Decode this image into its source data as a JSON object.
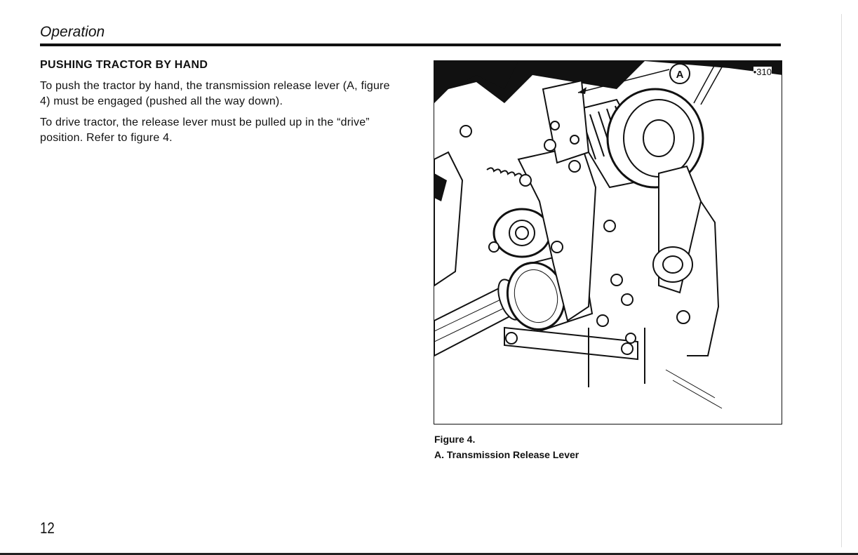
{
  "header": {
    "title": "Operation"
  },
  "section": {
    "heading": "PUSHING TRACTOR BY HAND",
    "paragraphs": [
      "To push the tractor by hand, the transmission release lever (A, figure 4) must be engaged (pushed all the way down).",
      "To drive tractor, the release lever must be pulled up in the “drive” position. Refer to figure 4."
    ]
  },
  "figure": {
    "code": "•310",
    "callout": "A",
    "number_label": "Figure 4.",
    "caption": "A. Transmission Release Lever"
  },
  "page": {
    "number": "12"
  }
}
